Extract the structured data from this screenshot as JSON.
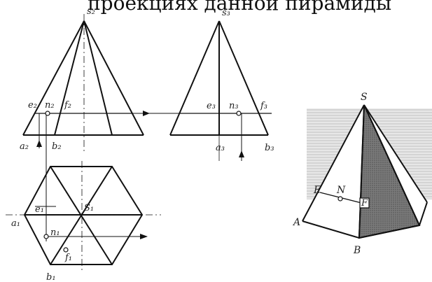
{
  "caption": "проекциях данной пирамиды",
  "labels": {
    "s2": "s₂",
    "s3": "s₃",
    "s1": "S₁",
    "e2": "e₂",
    "n2": "n₂",
    "f2": "f₂",
    "a2": "a₂",
    "b2": "b₂",
    "e3": "e₃",
    "n3": "n₃",
    "f3": "f₃",
    "a3": "a₃",
    "b3": "b₃",
    "a1": "a₁",
    "e1": "e₁",
    "n1": "n₁",
    "f1": "f₁",
    "b1": "b₁",
    "S": "S",
    "E": "E",
    "N": "N",
    "F": "F",
    "A": "A",
    "B": "B"
  },
  "colors": {
    "line": "#111111",
    "hatch": "#b5b5b5",
    "face": "#6a6a6a"
  }
}
